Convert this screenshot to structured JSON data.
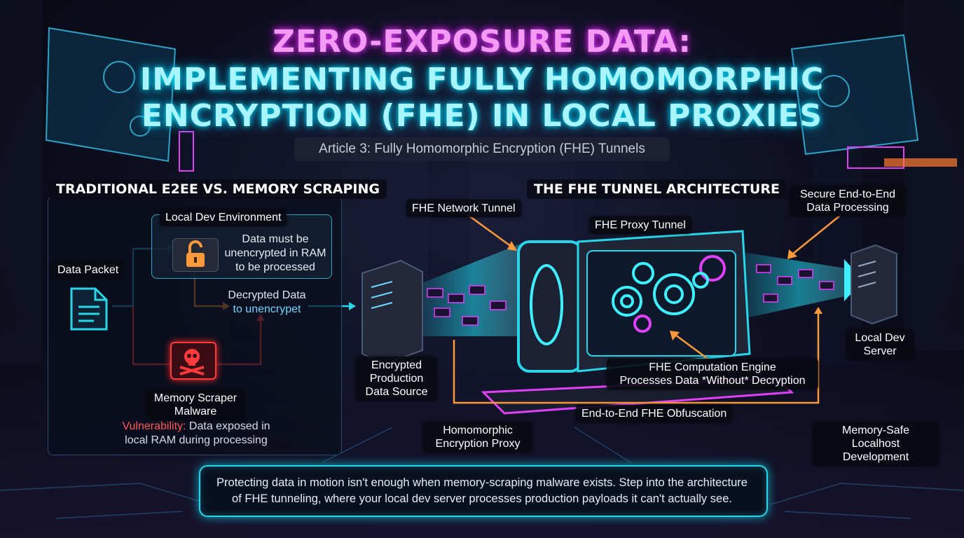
{
  "title": {
    "line1": "ZERO-EXPOSURE DATA:",
    "line2": "IMPLEMENTING FULLY HOMOMORPHIC",
    "line3": "ENCRYPTION (FHE) IN LOCAL PROXIES"
  },
  "subtitle": "Article 3: Fully Homomorphic Encryption (FHE) Tunnels",
  "left_section": {
    "title": "TRADITIONAL E2EE VS. MEMORY SCRAPING",
    "env_label": "Local Dev Environment",
    "env_note": [
      "Data must be",
      "unencrypted in RAM",
      "to be processed"
    ],
    "data_packet": "Data Packet",
    "decrypted_line1": "Decrypted Data",
    "decrypted_line2": "to unencrypet",
    "malware": [
      "Memory Scraper",
      "Malware"
    ],
    "vuln_prefix": "Vulnerability:",
    "vuln_rest1": " Data exposed in",
    "vuln_rest2": "local RAM during processing"
  },
  "right_section": {
    "title": "THE FHE TUNNEL ARCHITECTURE",
    "network_tunnel": "FHE Network Tunnel",
    "proxy_tunnel": "FHE Proxy Tunnel",
    "secure_processing": [
      "Secure End-to-End",
      "Data Processing"
    ],
    "encrypted_source": [
      "Encrypted",
      "Production",
      "Data Source"
    ],
    "engine": [
      "FHE Computation Engine",
      "Processes Data *Without* Decryption"
    ],
    "local_server": [
      "Local Dev",
      "Server"
    ],
    "obfuscation": "End-to-End FHE Obfuscation",
    "homomorphic_proxy": [
      "Homomorphic",
      "Encryption Proxy"
    ],
    "memory_safe": [
      "Memory-Safe",
      "Localhost Development"
    ]
  },
  "bottom": {
    "line1": "Protecting data in motion isn't enough when memory-scraping malware exists. Step into the architecture",
    "line2": "of FHE tunneling, where your local dev server processes production payloads it can't actually see."
  },
  "colors": {
    "cyan": "#29d6e8",
    "magenta": "#e040fb",
    "orange": "#ff9a3c",
    "red": "#ff3b3b"
  },
  "icons": [
    "unlocked-padlock-icon",
    "document-icon",
    "skull-crossbones-icon",
    "gear-icon",
    "server-icon"
  ]
}
